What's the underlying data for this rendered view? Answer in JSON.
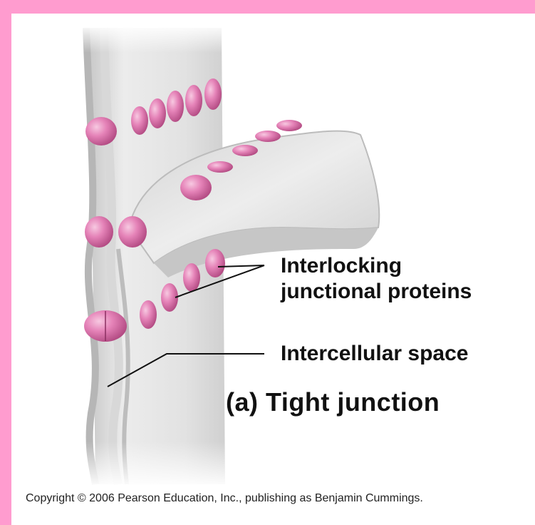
{
  "labels": {
    "interlocking_line1": "Interlocking",
    "interlocking_line2": "junctional proteins",
    "intercellular": "Intercellular space",
    "title": "(a) Tight junction"
  },
  "copyright": "Copyright © 2006 Pearson Education, Inc., publishing as Benjamin Cummings.",
  "colors": {
    "border": "#ff9ccf",
    "background": "#ffffff",
    "membrane": "#e6e6e6",
    "membrane_shadow": "#b9b9b9",
    "protein": "#e07ab0",
    "protein_dark": "#b84c86",
    "protein_highlight": "#f6c3df"
  },
  "icons": {
    "membrane": "plasma-membrane-sheet",
    "protein": "junctional-protein"
  }
}
